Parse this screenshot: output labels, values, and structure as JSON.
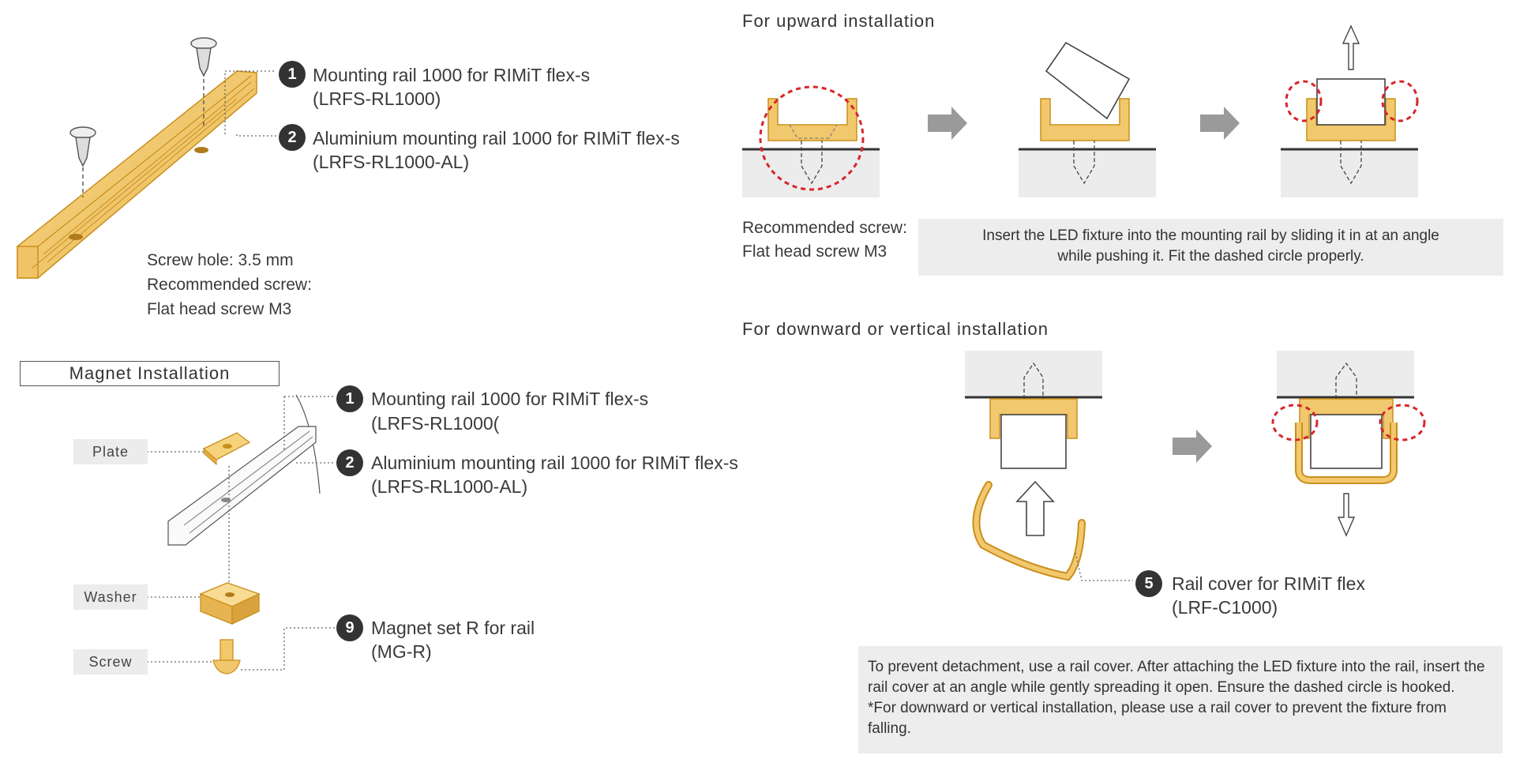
{
  "left_top": {
    "item1_num": "1",
    "item1_line1": "Mounting rail 1000 for RIMiT flex-s",
    "item1_line2": "(LRFS-RL1000)",
    "item2_num": "2",
    "item2_line1": "Aluminium mounting rail 1000 for RIMiT flex-s",
    "item2_line2": "(LRFS-RL1000-AL)",
    "screw_line1": "Screw hole: 3.5 mm",
    "screw_line2": "Recommended screw:",
    "screw_line3": "Flat head screw M3"
  },
  "magnet": {
    "title": "Magnet Installation",
    "plate": "Plate",
    "washer": "Washer",
    "screw": "Screw",
    "item1_num": "1",
    "item1_line1": "Mounting rail 1000 for RIMiT flex-s",
    "item1_line2": "(LRFS-RL1000(",
    "item2_num": "2",
    "item2_line1": "Aluminium mounting rail 1000 for RIMiT flex-s",
    "item2_line2": "(LRFS-RL1000-AL)",
    "item9_num": "9",
    "item9_line1": "Magnet set R for rail",
    "item9_line2": "(MG-R)"
  },
  "upward": {
    "heading": "For upward installation",
    "rec_line1": "Recommended screw:",
    "rec_line2": "Flat head screw M3",
    "note_line1": "Insert the LED fixture into the mounting rail by sliding it in at an angle",
    "note_line2": "while pushing it. Fit the dashed circle properly."
  },
  "downward": {
    "heading": "For downward or vertical installation",
    "item5_num": "5",
    "item5_line1": "Rail cover for RIMiT flex",
    "item5_line2": "(LRF-C1000)",
    "note_line1": "To prevent detachment, use a rail cover. After attaching the LED fixture into the rail, insert the",
    "note_line2": "rail cover at an angle while gently spreading it open. Ensure the dashed circle is hooked.",
    "note_line3": "*For downward or vertical installation, please use a rail cover to prevent the fixture from",
    "note_line4": "falling."
  },
  "colors": {
    "rail_gold": "#f2c86e",
    "rail_outline": "#c98f1c",
    "dashed_red": "#d8252b",
    "arrow_gray": "#9a9a9a",
    "panel_gray": "#ededed"
  }
}
